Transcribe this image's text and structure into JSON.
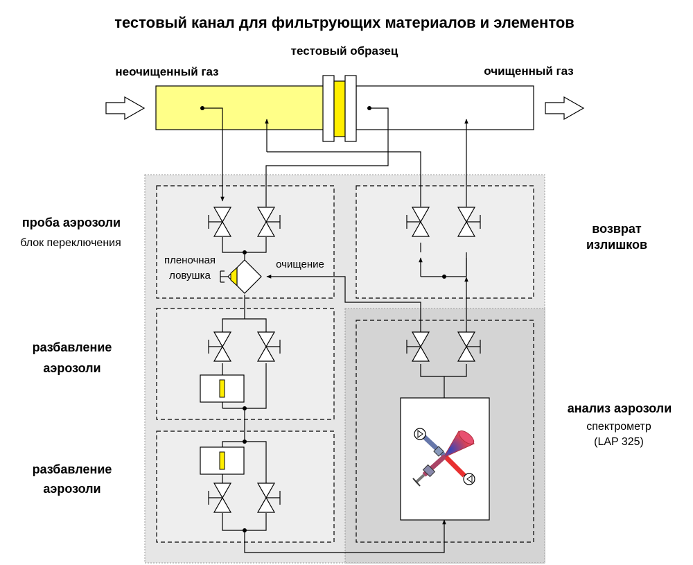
{
  "title": "тестовый канал для фильтрующих материалов и элементов",
  "test_sample": "тестовый образец",
  "raw_gas": "неочищенный газ",
  "clean_gas": "очищенный газ",
  "sampling": {
    "title": "проба аэрозоли",
    "subtitle": "блок переключения"
  },
  "film_trap": {
    "line1": "пленочная",
    "line2": "ловушка"
  },
  "cleaning": "очищение",
  "return_excess": {
    "line1": "возврат",
    "line2": "излишков"
  },
  "dilution1": {
    "line1": "разбавление",
    "line2": "аэрозоли"
  },
  "dilution2": {
    "line1": "разбавление",
    "line2": "аэрозоли"
  },
  "analysis": {
    "title": "анализ аэрозоли",
    "line2": "спектрометр",
    "line3": "(LAP 325)"
  },
  "colors": {
    "raw_duct": "#ffff88",
    "sample_filter": "#ffee00",
    "module_bg": "#eeeeee",
    "outer_bg": "#e6e6e6",
    "analysis_bg": "#d4d4d4",
    "laser_red": "#e83030",
    "laser_blue": "#6677aa"
  }
}
